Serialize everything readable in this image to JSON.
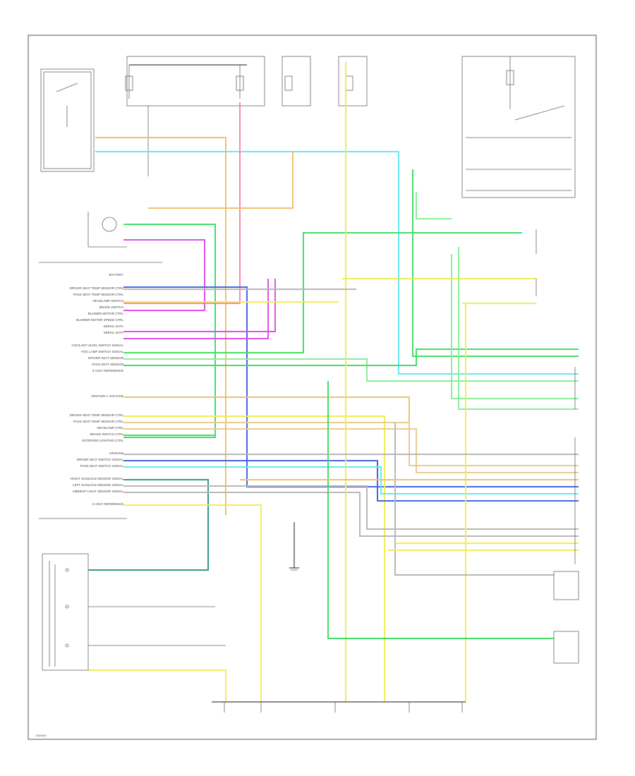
{
  "diagram": {
    "left_labels": [
      "BATTERY",
      "DRIVER SEAT TEMP SENSOR CTRL",
      "PASS SEAT TEMP SENSOR CTRL",
      "HEADLAMP SWITCH",
      "BRAKE SWITCH",
      "BLOWER MOTOR CTRL",
      "BLOWER MOTOR SPEED CTRL",
      "SERIAL DATA",
      "SERIAL DATA",
      "COOLANT LEVEL SWITCH SIGNAL",
      "FOG LAMP SWITCH SIGNAL",
      "DRIVER SEAT SENSOR",
      "PASS SEAT SENSOR",
      "5 VOLT REFERENCE",
      "IGNITION 1 VOLTAGE",
      "DRIVER SEAT TEMP SENSOR CTRL",
      "PASS SEAT TEMP SENSOR CTRL",
      "HEADLAMP CTRL",
      "BRAKE SWITCH CTRL",
      "EXTERIOR LIGHTING CTRL",
      "GROUND",
      "DRIVER SEAT SWITCH SIGNAL",
      "PASS SEAT SWITCH SIGNAL",
      "RIGHT SUNLOAD SENSOR SIGNAL",
      "LEFT SUNLOAD SENSOR SIGNAL",
      "AMBIENT LIGHT SENSOR SIGNAL",
      "5 VOLT REFERENCE"
    ],
    "footer_code": "1000000"
  },
  "colors": {
    "orange": "#f0c070",
    "cyan": "#66e8f2",
    "pink": "#ff86b0",
    "magenta": "#e050e8",
    "green": "#44dd66",
    "ltgreen": "#8cee9a",
    "blue": "#4466dd",
    "yellow": "#f0ec5a",
    "tan": "#e8cc90",
    "gray": "#b8b8b8",
    "dkgreen": "#339988",
    "violet": "#b070e0"
  }
}
